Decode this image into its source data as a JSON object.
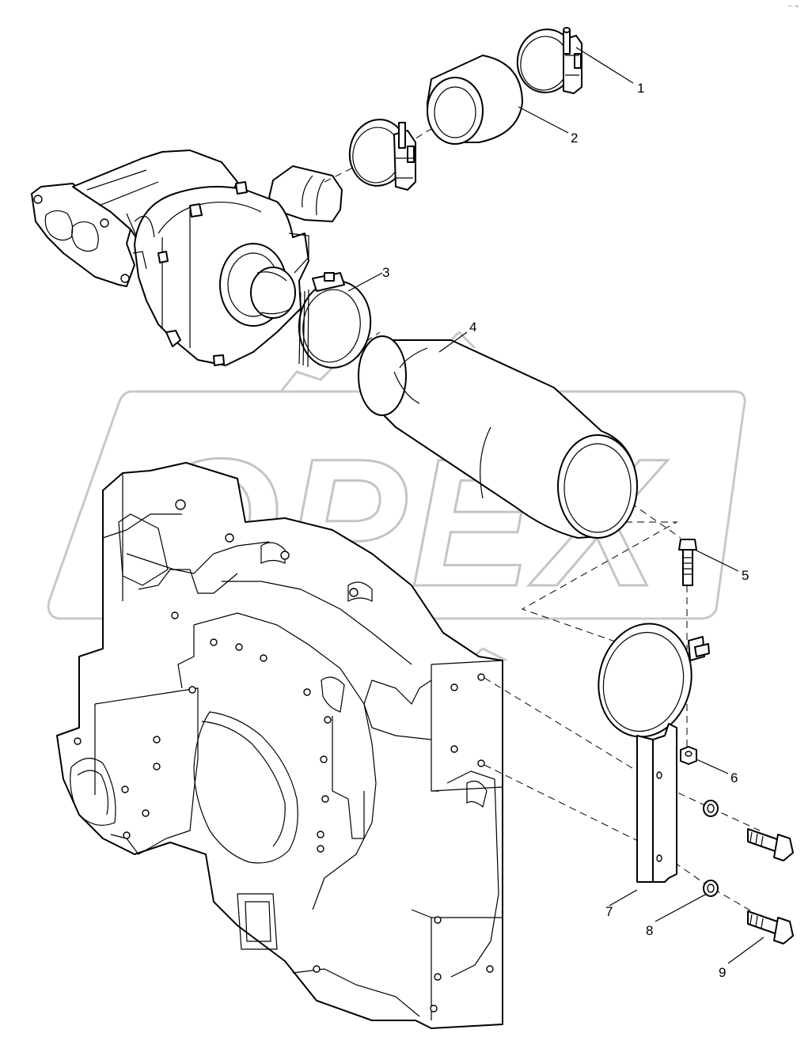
{
  "diagram": {
    "type": "exploded-parts-view",
    "watermark": "OPEX",
    "corner_mark": "⌐ ∞",
    "callouts": [
      {
        "id": "1",
        "label": "1"
      },
      {
        "id": "2",
        "label": "2"
      },
      {
        "id": "3",
        "label": "3"
      },
      {
        "id": "4",
        "label": "4"
      },
      {
        "id": "5",
        "label": "5"
      },
      {
        "id": "6",
        "label": "6"
      },
      {
        "id": "7",
        "label": "7"
      },
      {
        "id": "8",
        "label": "8"
      },
      {
        "id": "9",
        "label": "9"
      }
    ]
  }
}
